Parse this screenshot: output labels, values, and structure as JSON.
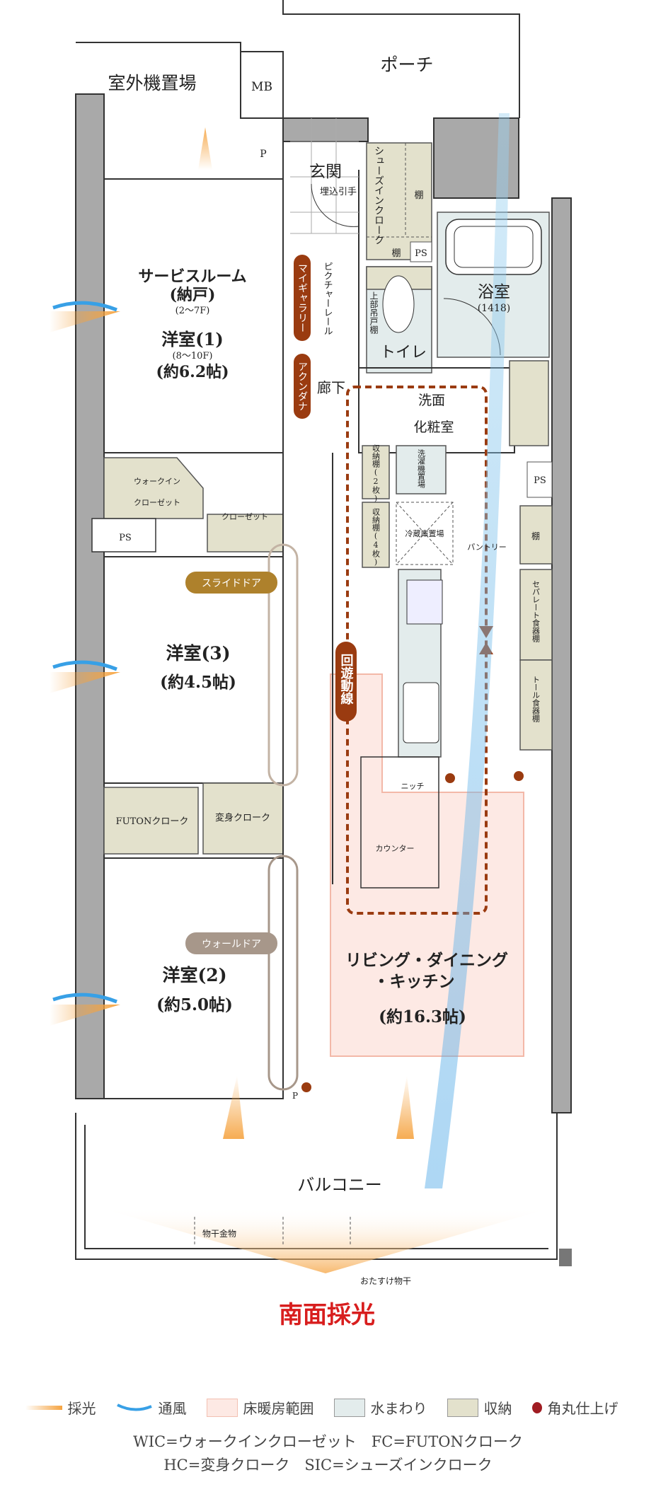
{
  "rooms": {
    "outdoor_unit": "室外機置場",
    "mb": "MB",
    "porch": "ポーチ",
    "entrance": "玄関",
    "recessed_handle": "埋込引手",
    "sic": "シューズインクローク",
    "shelf": "棚",
    "ps": "PS",
    "p": "P",
    "picture_rail": "ピクチャーレール",
    "my_gallery": "マイギャラリー",
    "accent_shelf": "アクンダナ",
    "toilet": "トイレ",
    "upper_cabinet": "上部吊戸棚",
    "bath": "浴室",
    "bath_size": "(1418)",
    "hallway": "廊下",
    "wash1": "洗面",
    "wash2": "化粧室",
    "storage_2": "収納棚(2枚)",
    "storage_4": "収納棚(4枚)",
    "washer": "洗濯機置場",
    "fridge": "冷蔵庫置場",
    "pantry": "パントリー",
    "separate_cupboard": "セパレート食器棚",
    "tall_cupboard": "トール食器棚",
    "niche": "ニッチ",
    "counter": "カウンター",
    "service_room": "サービスルーム",
    "service_room_sub": "(納戸)",
    "service_floors": "(2〜7F)",
    "western1": "洋室(1)",
    "western1_floors": "(8〜10F)",
    "western1_size": "(約6.2帖)",
    "wic1": "ウォークイン",
    "wic2": "クローゼット",
    "closet": "クローゼット",
    "western3": "洋室(3)",
    "western3_size": "(約4.5帖)",
    "slide_door": "スライドドア",
    "futon": "FUTONクローク",
    "henshin": "変身クローク",
    "western2": "洋室(2)",
    "western2_size": "(約5.0帖)",
    "wall_door": "ウォールドア",
    "ldk1": "リビング・ダイニング",
    "ldk2": "・キッチン",
    "ldk_size": "(約16.3帖)",
    "circulation": "回遊動線",
    "balcony": "バルコニー",
    "laundry_hardware": "物干金物",
    "helper_laundry": "おたすけ物干",
    "south_light": "南面採光"
  },
  "legend": {
    "light": "採光",
    "wind": "通風",
    "floor_heating": "床暖房範囲",
    "water": "水まわり",
    "storage": "収納",
    "rounded_corner": "角丸仕上げ"
  },
  "abbreviations": {
    "line1": "WIC=ウォークインクローゼット　FC=FUTONクローク",
    "line2": "HC=変身クローク　SIC=シューズインクローク"
  },
  "colors": {
    "floor_heating": "#fde9e4",
    "water": "#e3ecec",
    "storage": "#e3e1cc",
    "accent_brown": "#9a3b10",
    "slide_door": "#ae812c",
    "wall_door": "#a7978a",
    "rounded_dot": "#a01c22",
    "south_text": "#d81e1e"
  }
}
